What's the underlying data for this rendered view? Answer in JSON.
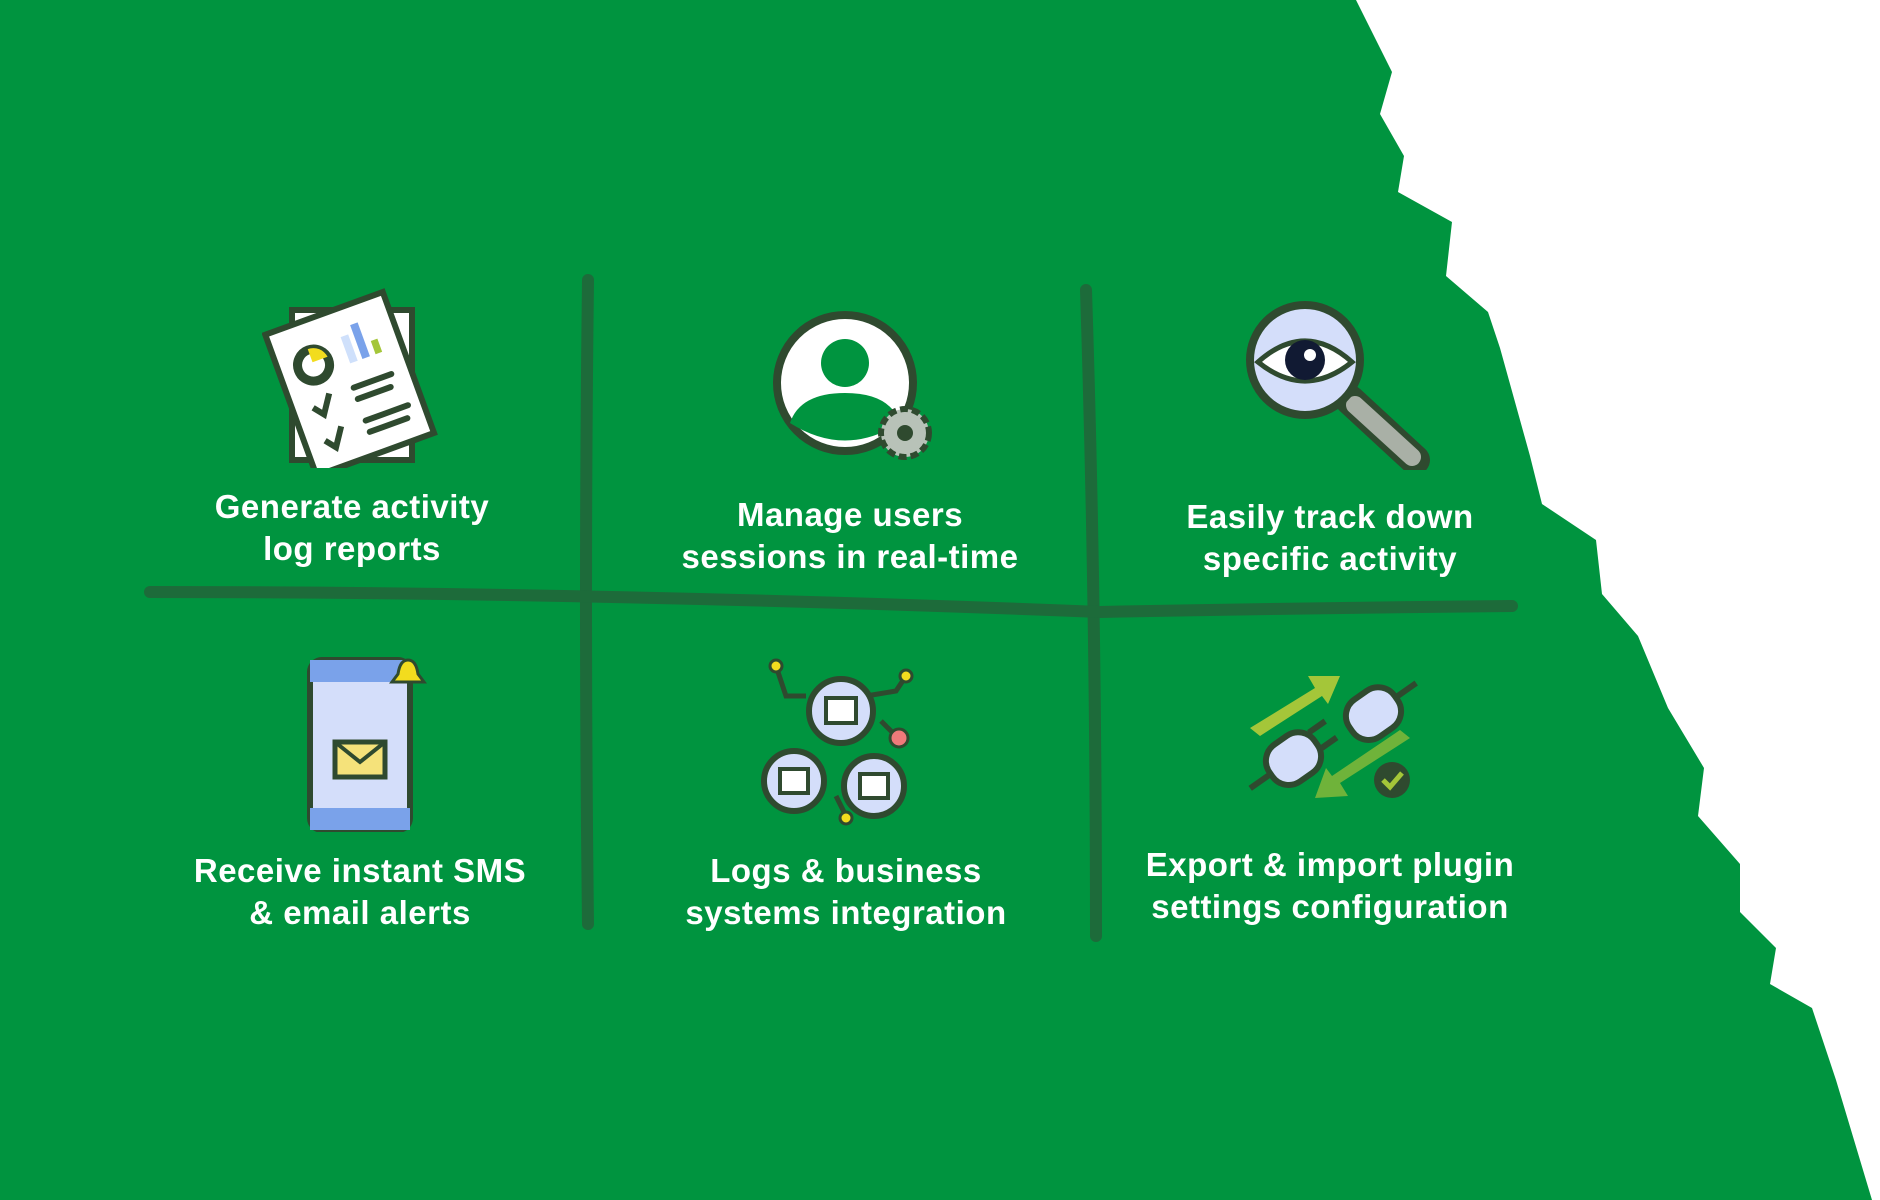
{
  "colors": {
    "background": "#00943f",
    "grid": "#1d6b3a",
    "outline": "#2f4a2f",
    "accent_blue": "#d4defa",
    "accent_yellow": "#f2dc1e"
  },
  "features": [
    {
      "icon": "report-document-icon",
      "line1": "Generate activity",
      "line2": "log reports"
    },
    {
      "icon": "user-settings-icon",
      "line1": "Manage users",
      "line2": "sessions in real-time"
    },
    {
      "icon": "magnifier-eye-icon",
      "line1": "Easily track down",
      "line2": "specific activity"
    },
    {
      "icon": "phone-alert-icon",
      "line1": "Receive instant SMS",
      "line2": "& email alerts"
    },
    {
      "icon": "network-integration-icon",
      "line1": "Logs & business",
      "line2": "systems integration"
    },
    {
      "icon": "plug-export-import-icon",
      "line1": "Export & import plugin",
      "line2": "settings configuration"
    }
  ]
}
